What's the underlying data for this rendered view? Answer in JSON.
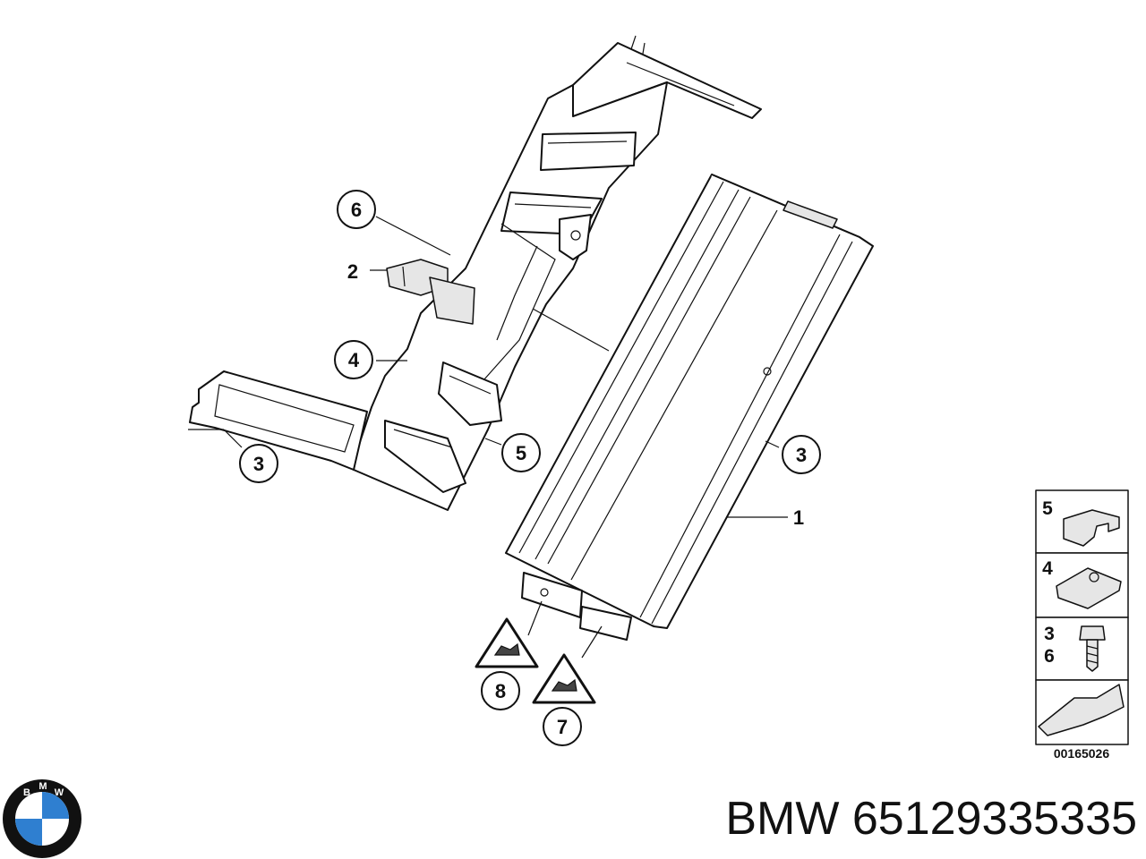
{
  "callouts": {
    "c6": "6",
    "c2": "2",
    "c4": "4",
    "c3_left": "3",
    "c5": "5",
    "c3_right": "3",
    "c1": "1",
    "c8": "8",
    "c7": "7"
  },
  "legend": {
    "box5": "5",
    "box4": "4",
    "box36_a": "3",
    "box36_b": "6"
  },
  "diagram_id": "00165026",
  "logo": {
    "letters": [
      "B",
      "M",
      "W"
    ],
    "colors": {
      "blue": "#2f7fd0",
      "ring": "#111111"
    }
  },
  "title": "BMW 65129335335"
}
